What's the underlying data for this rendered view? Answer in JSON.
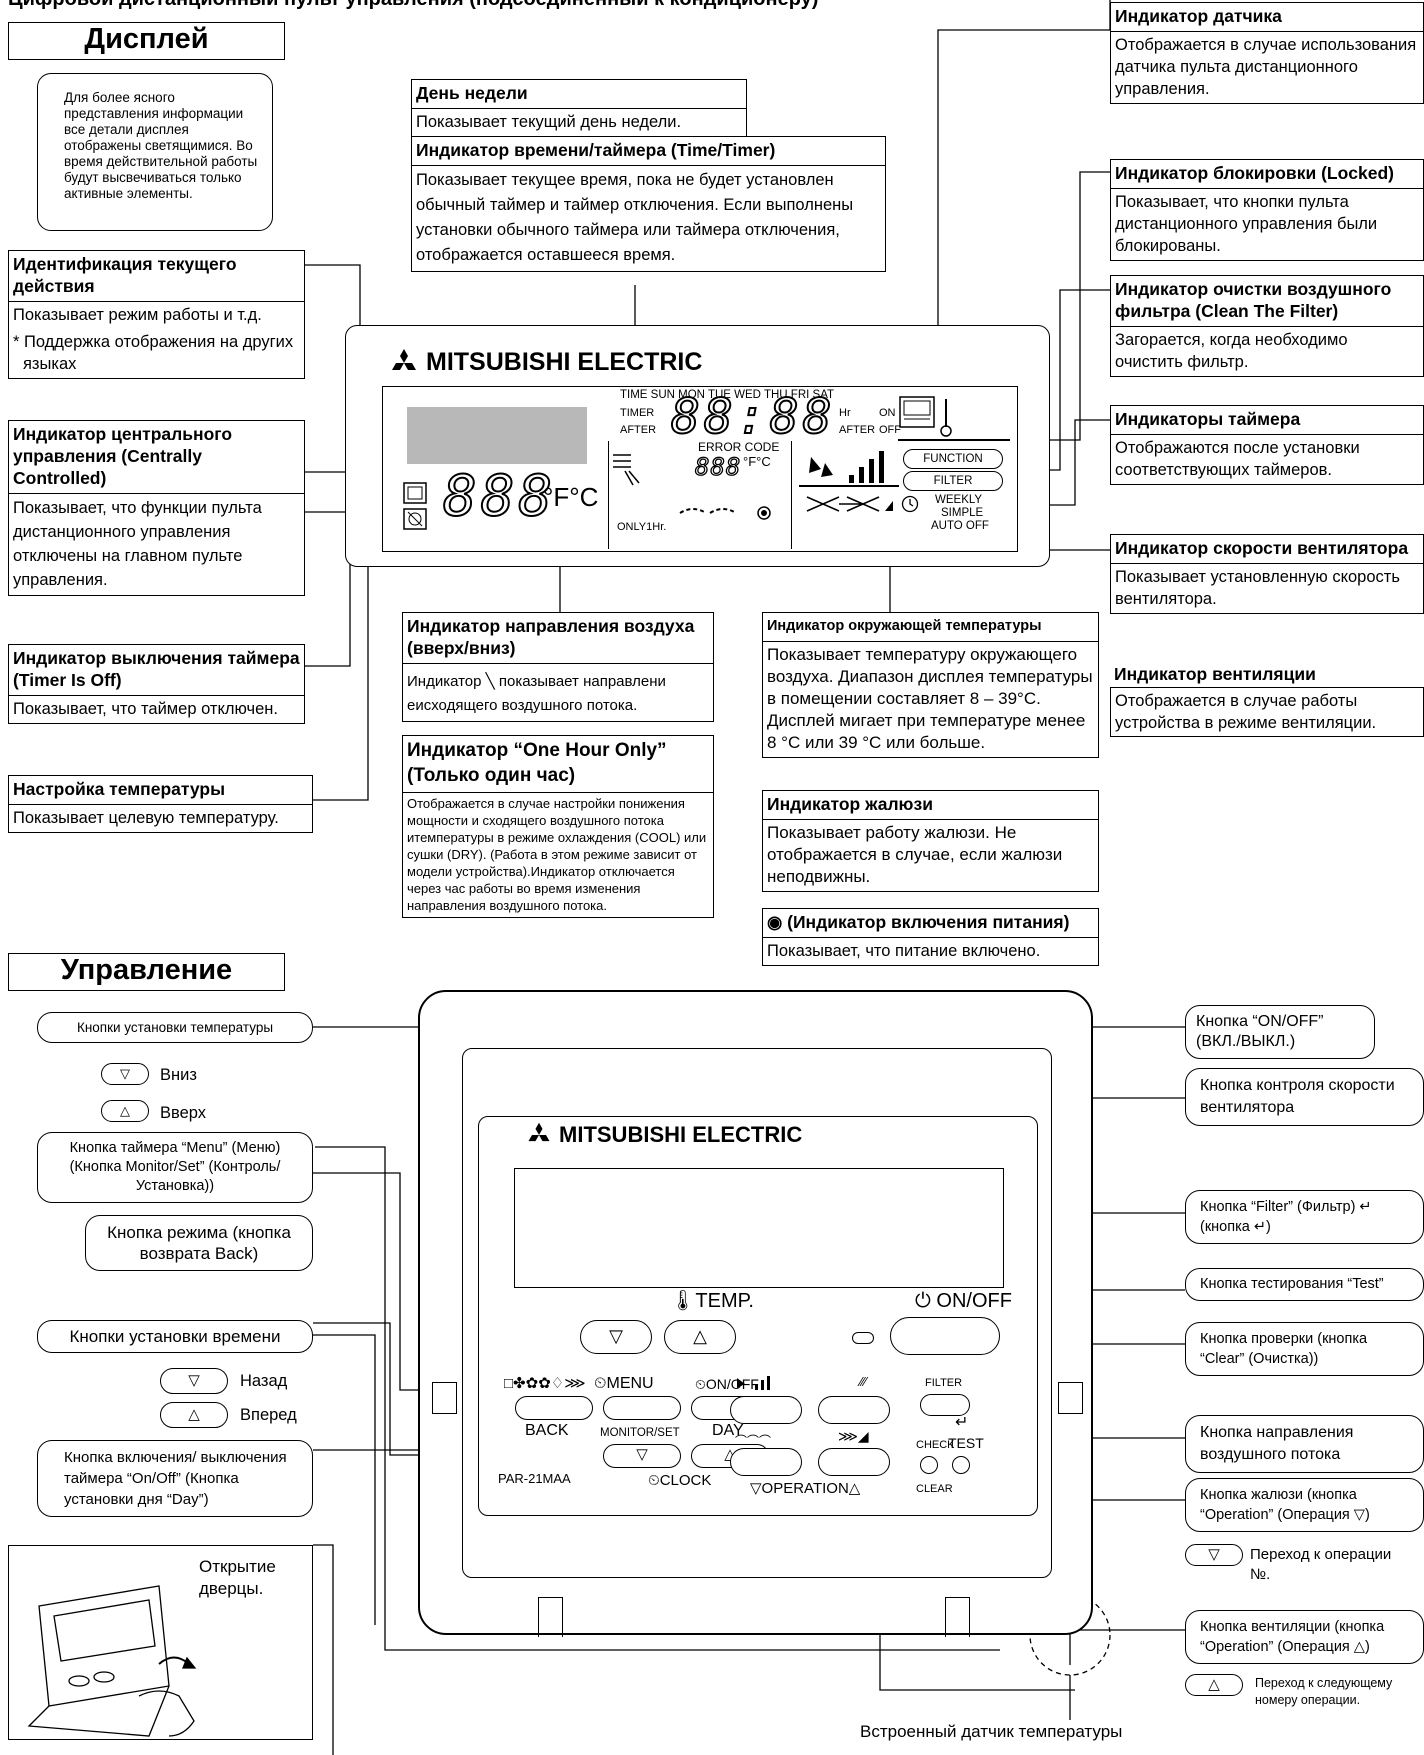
{
  "top_cut_title": "Цифровой дистанционный пульт управления (подсоединенный к кондиционеру)",
  "display_header": "Дисплей",
  "control_header": "Управление",
  "note_text": "Для более ясного представления информации все детали дисплея отображены светящимися. Во время действительной работы будут высвечиваться только активные элементы.",
  "boxes": {
    "sensor": {
      "title": "Индикатор датчика",
      "body": "Отображается в случае использования датчика пульта дистанционного управления."
    },
    "weekday": {
      "title": "День недели",
      "body": "Показывает текущий день недели."
    },
    "timer": {
      "title": "Индикатор времени/таймера (Time/Timer)",
      "body": "Показывает текущее время, пока не будет установлен обычный таймер и таймер отключения. Если выполнены установки обычного таймера или таймера отключения, отображается оставшееся время."
    },
    "locked": {
      "title": "Индикатор блокировки (Locked)",
      "body": "Показывает, что кнопки пульта дистанционного управления были блокированы."
    },
    "current": {
      "title": "Идентификация текущего действия",
      "body1": "Показывает режим работы и т.д.",
      "body2": "* Поддержка отображения на других языках"
    },
    "filter": {
      "title": "Индикатор очистки воздушного фильтра (Clean The Filter)",
      "body": "Загорается, когда необходимо очистить фильтр."
    },
    "central": {
      "title": "Индикатор центрального управления (Centrally Controlled)",
      "body": "Показывает, что функции пульта дистанционного управления отключены на главном пульте управления."
    },
    "timers": {
      "title": "Индикаторы таймера",
      "body": "Отображаются после установки соответствующих таймеров."
    },
    "fanspeed": {
      "title": "Индикатор скорости вентилятора",
      "body": "Показывает установленную скорость вентилятора."
    },
    "airdir": {
      "title": "Индикатор направления воздуха (вверх/вниз)",
      "body": "Индикатор ╲ показывает направлени еисходящего воздушного потока."
    },
    "ambient": {
      "title": "Индикатор окружающей температуры",
      "body": "Показывает температуру окружающего воздуха. Диапазон дисплея температуры в помещении составляет 8 – 39°C. Дисплей мигает при температуре менее 8 °C или 39 °C или больше."
    },
    "vent": {
      "title": "Индикатор вентиляции",
      "body": "Отображается в случае работы устройства в режиме вентиляции."
    },
    "timeroff": {
      "title": "Индикатор выключения таймера (Timer Is Off)",
      "body": "Показывает, что таймер отключен."
    },
    "onehour": {
      "title": "Индикатор “One Hour Only” (Только один час)",
      "body": "Отображается в случае настройки понижения мощности и сходящего воздушного потока итемпературы в режиме охлаждения (COOL) или сушки (DRY). (Работа в этом  режиме зависит от модели устройства).Индикатор отключается через час работы во время изменения направления воздушного потока."
    },
    "louver": {
      "title": "Индикатор жалюзи",
      "body": "Показывает работу жалюзи. Не отображается в случае, если жалюзи неподвижны."
    },
    "settemp": {
      "title": "Настройка температуры",
      "body": "Показывает целевую температуру."
    },
    "power": {
      "title": "◉ (Индикатор включения питания)",
      "body": "Показывает, что питание включено."
    }
  },
  "lcd": {
    "brand": "MITSUBISHI ELECTRIC",
    "days": "TIME  SUN  MON  TUE  WED  THU  FRI  SAT",
    "timer_lbl": "TIMER",
    "after_lbl": "AFTER",
    "hr": "Hr",
    "on": "ON",
    "after2": "AFTER",
    "off": "OFF",
    "clock": "88:88",
    "error": "ERROR CODE",
    "err_digits": "888",
    "temp_small_unit": "°F°C",
    "temp_digits": "888",
    "temp_unit": "°F°C",
    "only1hr": "ONLY1Hr.",
    "function": "FUNCTION",
    "filter": "FILTER",
    "weekly": "WEEKLY",
    "simple": "SIMPLE",
    "autooff": "AUTO OFF"
  },
  "remote": {
    "brand": "MITSUBISHI ELECTRIC",
    "temp": "TEMP.",
    "onoff": "ON/OFF",
    "mode_icons": "□✤✿✿♢⋙",
    "menu": "MENU",
    "onoff2": "ON/OFF",
    "back": "BACK",
    "monitor": "MONITOR/SET",
    "day": "DAY",
    "clock": "CLOCK",
    "operation": "OPERATION",
    "filter": "FILTER",
    "check": "CHECK",
    "test": "TEST",
    "clear": "CLEAR",
    "model": "PAR-21MAA"
  },
  "callouts_left": {
    "temp_buttons": "Кнопки установки температуры",
    "down": "Вниз",
    "up": "Вверх",
    "menu_timer": "Кнопка таймера “Menu” (Меню) (Кнопка Monitor/Set” (Контроль/Установка))",
    "mode": "Кнопка режима (кнопка возврата Back)",
    "time_buttons": "Кнопки установки времени",
    "back": "Назад",
    "forward": "Вперед",
    "onoff_timer": "Кнопка включения/ выключения таймера “On/Off” (Кнопка установки дня “Day”)",
    "door": "Открытие дверцы."
  },
  "callouts_right": {
    "onoff": "Кнопка “ON/OFF” (ВКЛ./ВЫКЛ.)",
    "fan": "Кнопка контроля скорости вентилятора",
    "filter": "Кнопка “Filter” (Фильтр) ↵ (кнопка ↵)",
    "test": "Кнопка тестирования “Test”",
    "check": "Кнопка проверки (кнопка “Clear” (Очистка))",
    "airdir": "Кнопка направления воздушного потока",
    "louver": "Кнопка жалюзи (кнопка “Operation” (Операция ▽)",
    "next_op": "Переход к операции №.",
    "vent": "Кнопка вентиляции (кнопка “Operation” (Операция △)",
    "next_num": "Переход к следующему номеру операции.",
    "sensor": "Встроенный датчик температуры"
  }
}
